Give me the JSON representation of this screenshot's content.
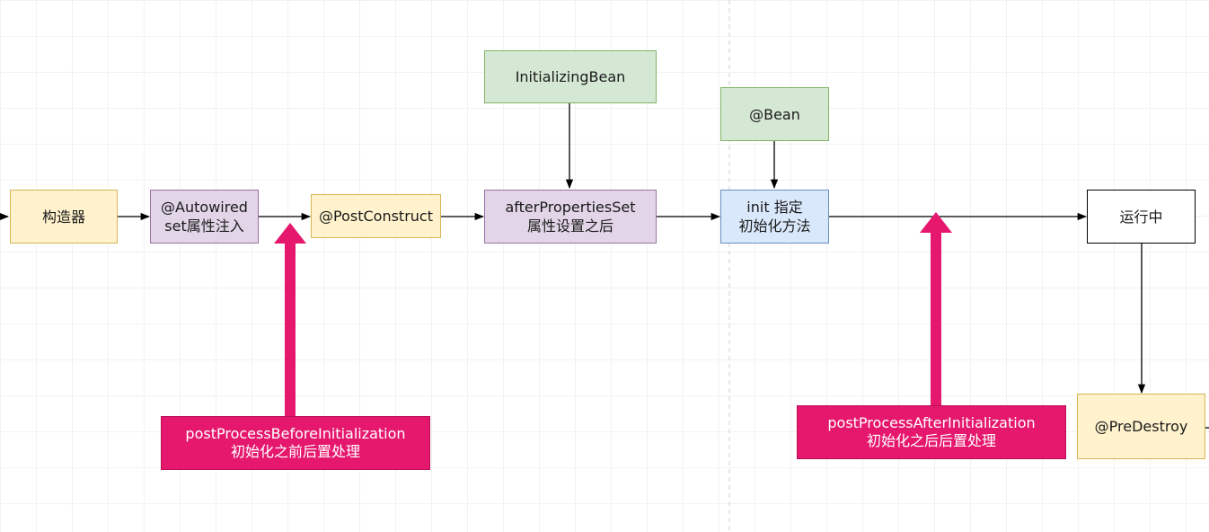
{
  "nodes": {
    "constructor": "构造器",
    "autowired": [
      "@Autowired",
      "set属性注入"
    ],
    "post_construct": "@PostConstruct",
    "initializing_bean": "InitializingBean",
    "after_properties_set": [
      "afterPropertiesSet",
      "属性设置之后"
    ],
    "bean_annotation": "@Bean",
    "init_method": [
      "init 指定",
      "初始化方法"
    ],
    "running": "运行中",
    "pre_destroy": "@PreDestroy",
    "post_process_before": [
      "postProcessBeforeInitialization",
      "初始化之前后置处理"
    ],
    "post_process_after": [
      "postProcessAfterInitialization",
      "初始化之后后置处理"
    ]
  },
  "colors": {
    "yellow_fill": "#fff2cc",
    "purple_fill": "#e1d5e7",
    "green_fill": "#d5e8d4",
    "blue_fill": "#dae8fc",
    "pink_fill": "#e5186e",
    "edge": "#000000"
  }
}
